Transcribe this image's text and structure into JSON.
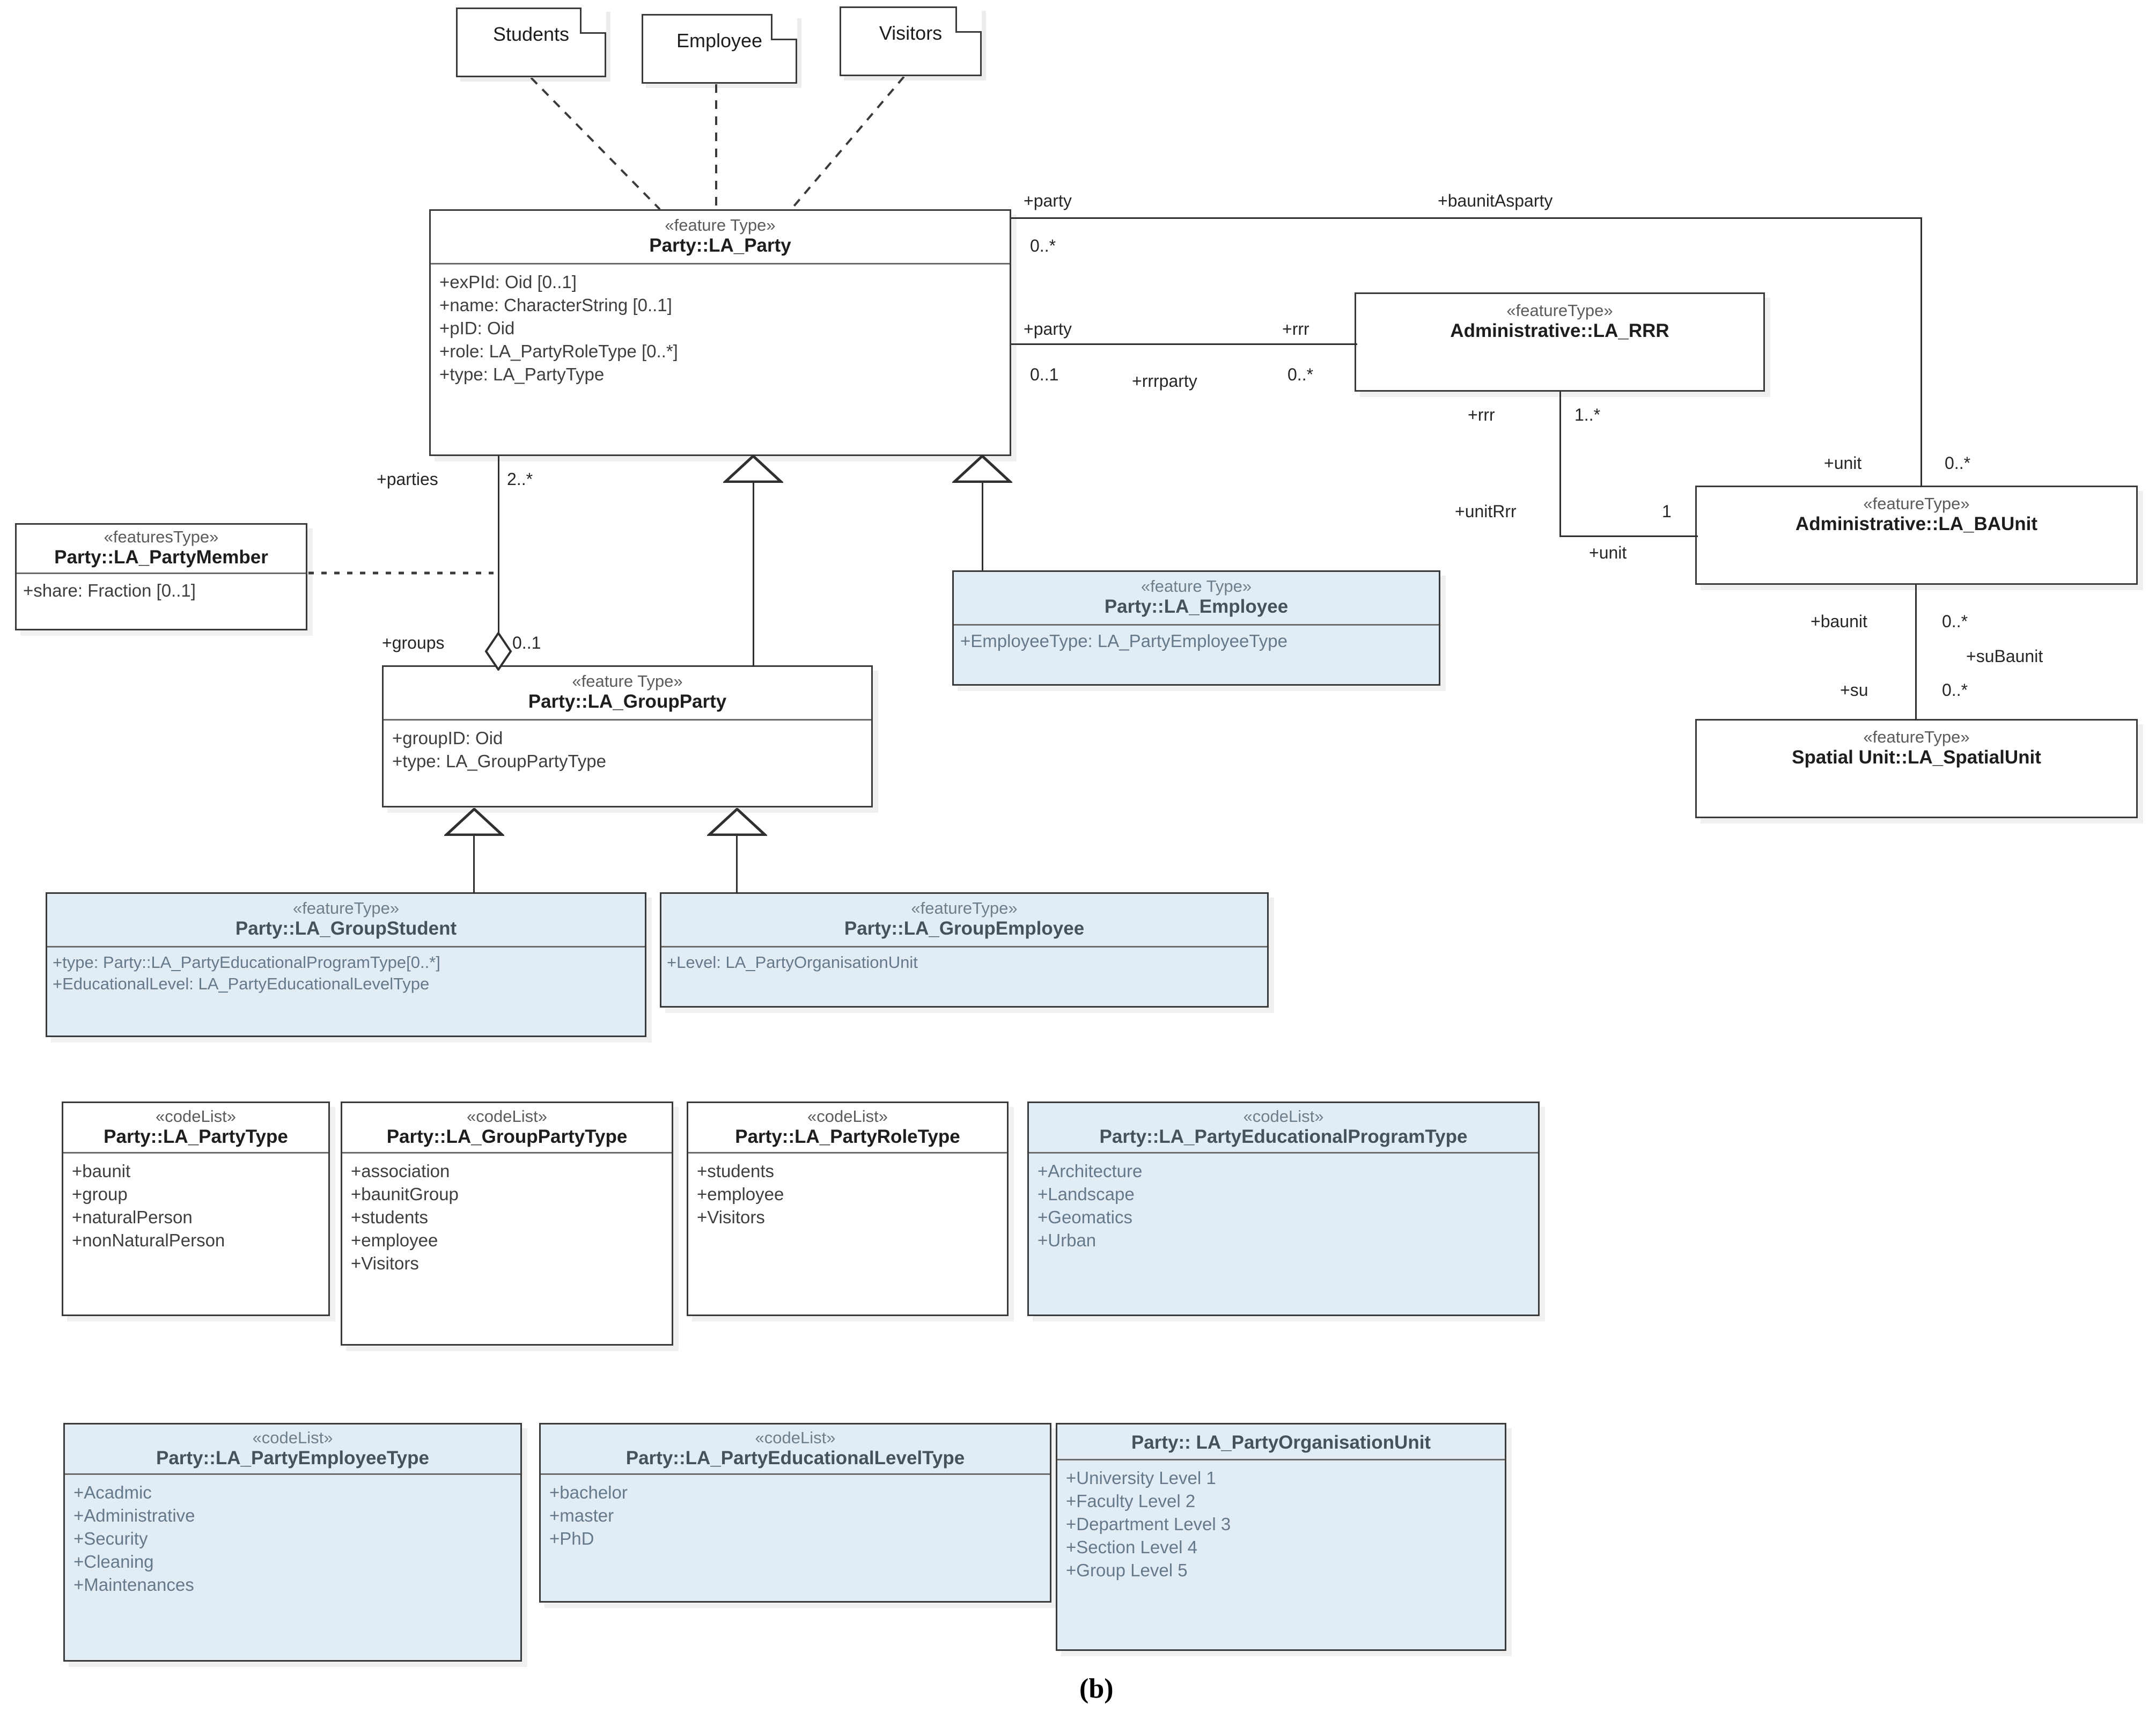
{
  "figure": {
    "caption": "(b)"
  },
  "notes": [
    {
      "text": "Students"
    },
    {
      "text": "Employee"
    },
    {
      "text": "Visitors"
    }
  ],
  "classes": {
    "la_party": {
      "stereotype": "«feature Type»",
      "title": "Party::LA_Party",
      "attributes": [
        "+exPId: Oid [0..1]",
        "+name: CharacterString [0..1]",
        "+pID: Oid",
        "+role: LA_PartyRoleType [0..*]",
        "+type: LA_PartyType"
      ]
    },
    "la_partymember": {
      "stereotype": "«featuresType»",
      "title": "Party::LA_PartyMember",
      "attributes": [
        "+share: Fraction [0..1]"
      ]
    },
    "la_groupparty": {
      "stereotype": "«feature Type»",
      "title": "Party::LA_GroupParty",
      "attributes": [
        "+groupID: Oid",
        "+type: LA_GroupPartyType"
      ]
    },
    "la_employee": {
      "stereotype": "«feature Type»",
      "title": "Party::LA_Employee",
      "attributes": [
        "+EmployeeType: LA_PartyEmployeeType"
      ]
    },
    "la_rrr": {
      "stereotype": "«featureType»",
      "title": "Administrative::LA_RRR",
      "attributes": []
    },
    "la_baunit": {
      "stereotype": "«featureType»",
      "title": "Administrative::LA_BAUnit",
      "attributes": []
    },
    "la_spatialunit": {
      "stereotype": "«featureType»",
      "title": "Spatial Unit::LA_SpatialUnit",
      "attributes": []
    },
    "la_groupstudent": {
      "stereotype": "«featureType»",
      "title": "Party::LA_GroupStudent",
      "attributes": [
        "+type: Party::LA_PartyEducationalProgramType[0..*]",
        "+EducationalLevel: LA_PartyEducationalLevelType"
      ]
    },
    "la_groupemployee": {
      "stereotype": "«featureType»",
      "title": "Party::LA_GroupEmployee",
      "attributes": [
        "+Level: LA_PartyOrganisationUnit"
      ]
    },
    "la_partytype": {
      "stereotype": "«codeList»",
      "title": "Party::LA_PartyType",
      "attributes": [
        "+baunit",
        "+group",
        "+naturalPerson",
        "+nonNaturalPerson"
      ]
    },
    "la_grouppartytype": {
      "stereotype": "«codeList»",
      "title": "Party::LA_GroupPartyType",
      "attributes": [
        "+association",
        "+baunitGroup",
        "+students",
        "+employee",
        "+Visitors"
      ]
    },
    "la_partyroletype": {
      "stereotype": "«codeList»",
      "title": "Party::LA_PartyRoleType",
      "attributes": [
        "+students",
        "+employee",
        "+Visitors"
      ]
    },
    "la_partyeducationalprogramtype": {
      "stereotype": "«codeList»",
      "title": "Party::LA_PartyEducationalProgramType",
      "attributes": [
        "+Architecture",
        "+Landscape",
        "+Geomatics",
        "+Urban"
      ]
    },
    "la_partyemployeetype": {
      "stereotype": "«codeList»",
      "title": "Party::LA_PartyEmployeeType",
      "attributes": [
        "+Acadmic",
        "+Administrative",
        "+Security",
        "+Cleaning",
        "+Maintenances"
      ]
    },
    "la_partyeducationalleveltype": {
      "stereotype": "«codeList»",
      "title": "Party::LA_PartyEducationalLevelType",
      "attributes": [
        "+bachelor",
        "+master",
        "+PhD"
      ]
    },
    "la_partyorganisationunit": {
      "stereotype": "",
      "title": "Party::  LA_PartyOrganisationUnit",
      "attributes": [
        "+University Level 1",
        "+Faculty Level 2",
        "+Department Level 3",
        "+Section Level 4",
        "+Group  Level 5"
      ]
    }
  },
  "association_labels": {
    "party_top": "+party",
    "party_top_mult": "0..*",
    "baunit_asparty": "+baunitAsparty",
    "party_rrr_role": "+party",
    "party_rrr_mult": "0..1",
    "rrrparty": "+rrrparty",
    "rrr_role": "+rrr",
    "rrr_mult": "0..*",
    "rrr_lower_role": "+rrr",
    "rrr_lower_mult": "1..*",
    "unitrrr": "+unitRrr",
    "unit_one": "1",
    "unit_role_left": "+unit",
    "unit_role_top": "+unit",
    "unit_top_mult": "0..*",
    "baunit_role": "+baunit",
    "baunit_mult": "0..*",
    "subaunit": "+suBaunit",
    "su_role": "+su",
    "su_mult": "0..*",
    "parties": "+parties",
    "parties_mult": "2..*",
    "groups": "+groups",
    "groups_mult": "0..1"
  },
  "colors": {
    "blue_fill": "#e2ecf5",
    "border": "#3a3a3a",
    "blue_text": "#65798a"
  }
}
